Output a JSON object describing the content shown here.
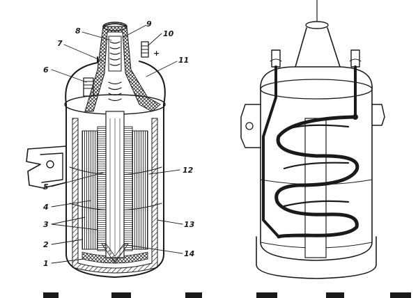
{
  "figure": {
    "callouts": [
      "1",
      "2",
      "3",
      "4",
      "5",
      "6",
      "7",
      "8",
      "9",
      "10",
      "11",
      "12",
      "13",
      "14"
    ],
    "terminal_marks": {
      "plus": "+"
    }
  }
}
